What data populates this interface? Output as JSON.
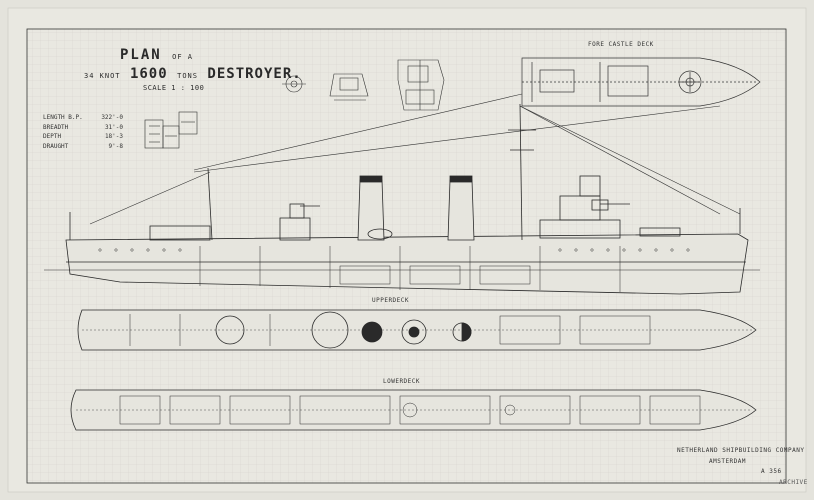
{
  "title": {
    "line1_main": "PLAN",
    "line1_small": "OF A",
    "line2_speed": "34 KNOT",
    "line2_tons_num": "1600",
    "line2_tons_word": "TONS",
    "line2_type": "DESTROYER."
  },
  "scale": "SCALE 1 : 100",
  "dimensions": [
    {
      "label": "LENGTH B.P.",
      "value": "322'-0"
    },
    {
      "label": "BREADTH",
      "value": "31'-0"
    },
    {
      "label": "DEPTH",
      "value": "18'-3"
    },
    {
      "label": "DRAUGHT",
      "value": "9'-8"
    }
  ],
  "sections": {
    "forecastle": "FORE CASTLE DECK",
    "upperdeck": "UPPERDECK",
    "lowerdeck": "LOWERDECK"
  },
  "company": {
    "name": "NETHERLAND SHIPBUILDING COMPANY",
    "city": "AMSTERDAM"
  },
  "sheet_number": "A 356",
  "stamp": "ARCHIVE"
}
